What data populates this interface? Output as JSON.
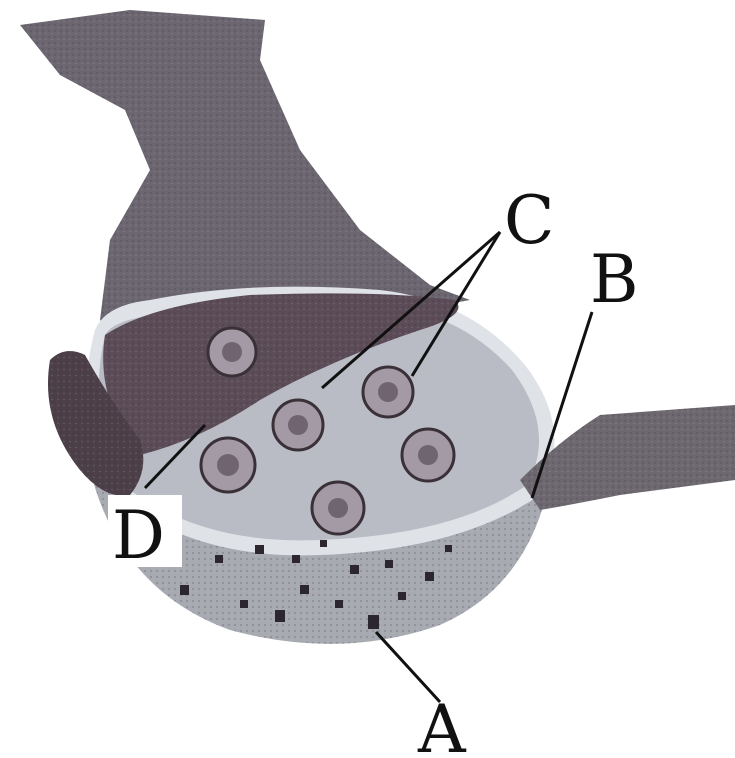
{
  "diagram": {
    "subject": "synapse",
    "labels": {
      "A": "A",
      "B": "B",
      "C": "C",
      "D": "D"
    },
    "colors": {
      "axon": "#6b6670",
      "terminal_dark": "#5c4c57",
      "cleft_fluid": "#b9bcc4",
      "membrane": "#d9dde3",
      "dendrite": "#6d6870"
    }
  }
}
